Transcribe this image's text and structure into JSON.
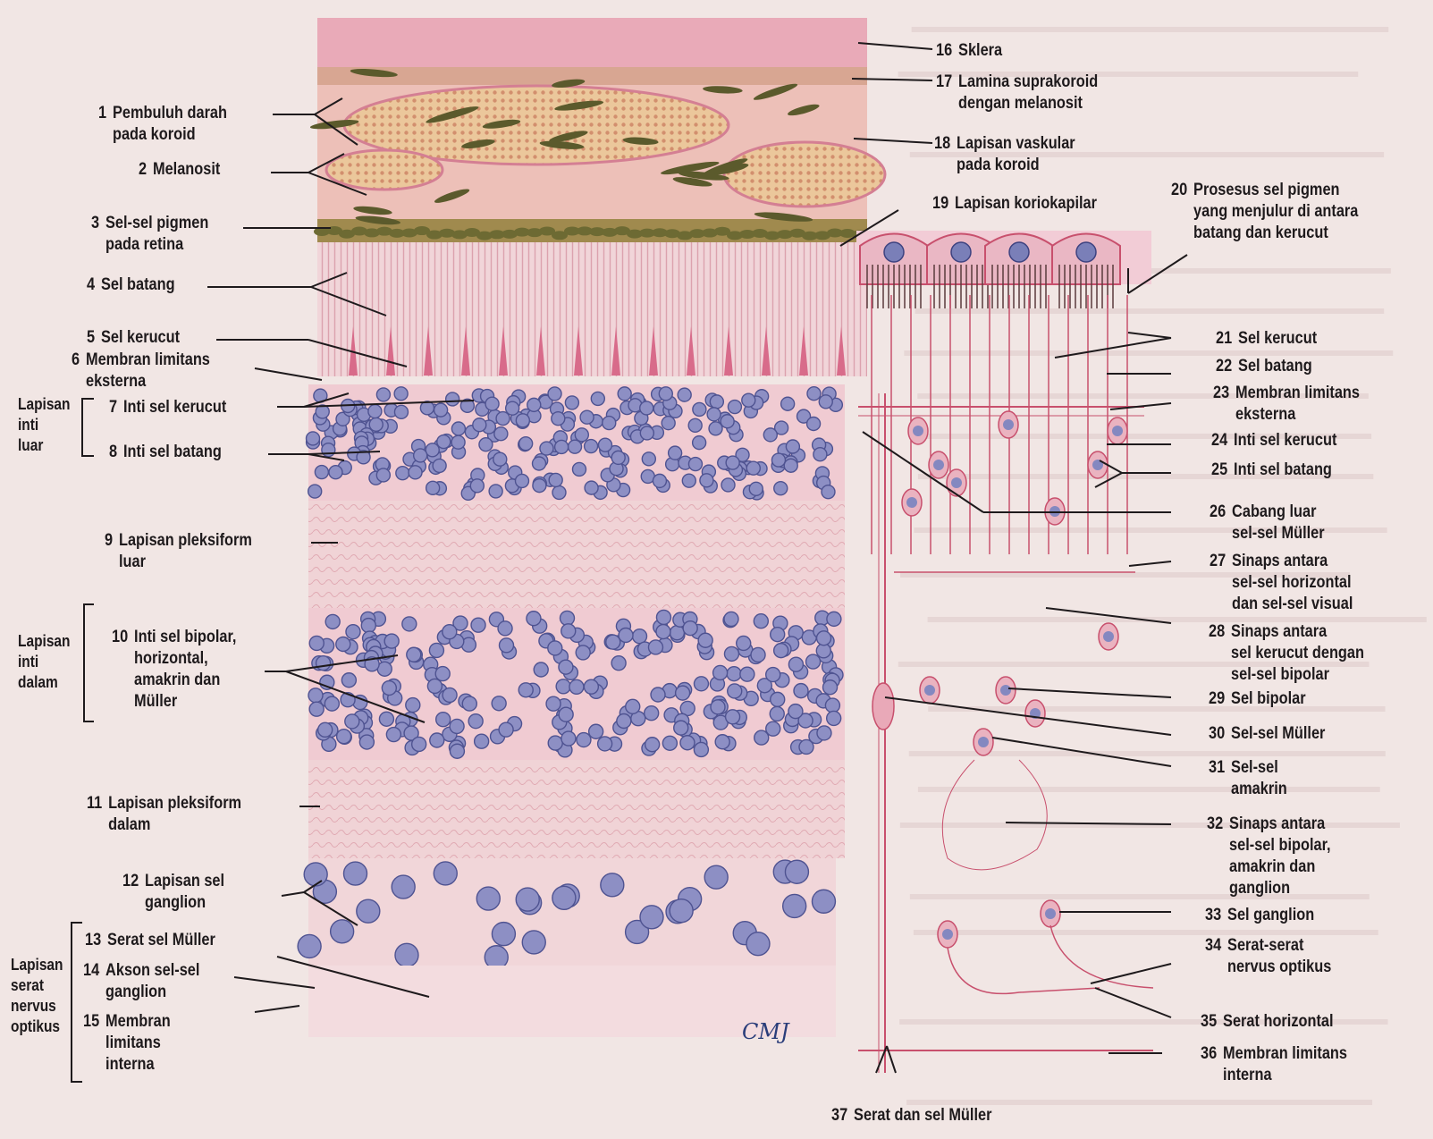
{
  "labels": {
    "l1": {
      "num": "1",
      "lines": [
        "Pembuluh darah",
        "pada koroid"
      ]
    },
    "l2": {
      "num": "2",
      "lines": [
        "Melanosit"
      ]
    },
    "l3": {
      "num": "3",
      "lines": [
        "Sel-sel pigmen",
        "pada retina"
      ]
    },
    "l4": {
      "num": "4",
      "lines": [
        "Sel batang"
      ]
    },
    "l5": {
      "num": "5",
      "lines": [
        "Sel kerucut"
      ]
    },
    "l6": {
      "num": "6",
      "lines": [
        "Membran limitans",
        "eksterna"
      ]
    },
    "l7": {
      "num": "7",
      "lines": [
        "Inti sel kerucut"
      ]
    },
    "l8": {
      "num": "8",
      "lines": [
        "Inti sel batang"
      ]
    },
    "l9": {
      "num": "9",
      "lines": [
        "Lapisan pleksiform",
        "luar"
      ]
    },
    "l10": {
      "num": "10",
      "lines": [
        "Inti sel bipolar,",
        "horizontal,",
        "amakrin dan",
        "Müller"
      ]
    },
    "l11": {
      "num": "11",
      "lines": [
        "Lapisan pleksiform",
        "dalam"
      ]
    },
    "l12": {
      "num": "12",
      "lines": [
        "Lapisan sel",
        "ganglion"
      ]
    },
    "l13": {
      "num": "13",
      "lines": [
        "Serat sel Müller"
      ]
    },
    "l14": {
      "num": "14",
      "lines": [
        "Akson sel-sel",
        "ganglion"
      ]
    },
    "l15": {
      "num": "15",
      "lines": [
        "Membran",
        "limitans",
        "interna"
      ]
    },
    "l16": {
      "num": "16",
      "lines": [
        "Sklera"
      ]
    },
    "l17": {
      "num": "17",
      "lines": [
        "Lamina suprakoroid",
        "dengan melanosit"
      ]
    },
    "l18": {
      "num": "18",
      "lines": [
        "Lapisan vaskular",
        "pada koroid"
      ]
    },
    "l19": {
      "num": "19",
      "lines": [
        "Lapisan koriokapilar"
      ]
    },
    "l20": {
      "num": "20",
      "lines": [
        "Prosesus sel pigmen",
        "yang menjulur di antara",
        "batang dan kerucut"
      ]
    },
    "l21": {
      "num": "21",
      "lines": [
        "Sel kerucut"
      ]
    },
    "l22": {
      "num": "22",
      "lines": [
        "Sel batang"
      ]
    },
    "l23": {
      "num": "23",
      "lines": [
        "Membran limitans",
        "eksterna"
      ]
    },
    "l24": {
      "num": "24",
      "lines": [
        "Inti sel kerucut"
      ]
    },
    "l25": {
      "num": "25",
      "lines": [
        "Inti sel batang"
      ]
    },
    "l26": {
      "num": "26",
      "lines": [
        "Cabang luar",
        "sel-sel Müller"
      ]
    },
    "l27": {
      "num": "27",
      "lines": [
        "Sinaps antara",
        "sel-sel horizontal",
        "dan sel-sel visual"
      ]
    },
    "l28": {
      "num": "28",
      "lines": [
        "Sinaps antara",
        "sel kerucut dengan",
        "sel-sel bipolar"
      ]
    },
    "l29": {
      "num": "29",
      "lines": [
        "Sel bipolar"
      ]
    },
    "l30": {
      "num": "30",
      "lines": [
        "Sel-sel Müller"
      ]
    },
    "l31": {
      "num": "31",
      "lines": [
        "Sel-sel",
        "amakrin"
      ]
    },
    "l32": {
      "num": "32",
      "lines": [
        "Sinaps antara",
        "sel-sel bipolar,",
        "amakrin dan",
        "ganglion"
      ]
    },
    "l33": {
      "num": "33",
      "lines": [
        "Sel ganglion"
      ]
    },
    "l34": {
      "num": "34",
      "lines": [
        "Serat-serat",
        "nervus optikus"
      ]
    },
    "l35": {
      "num": "35",
      "lines": [
        "Serat horizontal"
      ]
    },
    "l36": {
      "num": "36",
      "lines": [
        "Membran limitans",
        "interna"
      ]
    },
    "l37": {
      "num": "37",
      "lines": [
        "Serat dan sel Müller"
      ]
    }
  },
  "groups": {
    "g1": [
      "Lapisan",
      "inti",
      "luar"
    ],
    "g2": [
      "Lapisan",
      "inti",
      "dalam"
    ],
    "g3": [
      "Lapisan",
      "serat",
      "nervus",
      "optikus"
    ]
  },
  "signature": "CMJ",
  "colors": {
    "tissue_pink": "#e8a9bb",
    "choroid_tan": "#e6c79a",
    "melanin": "#5b5a2c",
    "nucleus": "#6a6fa8",
    "schematic_line": "#c8506d",
    "leader": "#1e1a1c"
  }
}
